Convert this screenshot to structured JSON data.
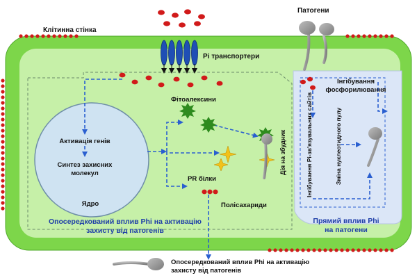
{
  "labels": {
    "cell_wall": "Клітинна стінка",
    "pathogens": "Патогени",
    "pi_transporters": "Pi транспортери",
    "phytoalexins": "Фітоалексини",
    "gene_activation": "Активація генів",
    "synthesis_line1": "Синтез захисних",
    "synthesis_line2": "молекул",
    "nucleus": "Ядро",
    "pr_proteins": "PR білки",
    "polysaccharides": "Полісахариди",
    "action_on_pathogen": "Дія на збудник",
    "inhibition_line1": "Інгібування",
    "inhibition_line2": "фосфорилювання",
    "inhibition_pi_binding": "Інгібування Pi-зв'язувальних сайтів",
    "nucleotide_pool_change": "Зміна нуклеотидного пулу",
    "indirect_line1": "Опосередкований вплив Phi на активацію",
    "indirect_line2": "захисту від патогенів",
    "direct_line1": "Прямий вплив Phi",
    "direct_line2": "на патогени",
    "bottom_line1": "Опосередкований вплив Phi на активацію",
    "bottom_line2": "захисту від патогенів"
  },
  "colors": {
    "cell_wall": "#7dd64a",
    "cytoplasm": "#c6f0a8",
    "nucleus": "#cfe3f2",
    "pathogen_box": "#dbe6f7",
    "phi_dots": "#d11a1a",
    "arrows": "#2a5fd0",
    "transporter": "#1f4fb5",
    "phytoalexin": "#2e8b1e",
    "pr_protein": "#f2c21b",
    "pathogen": "#999999"
  }
}
